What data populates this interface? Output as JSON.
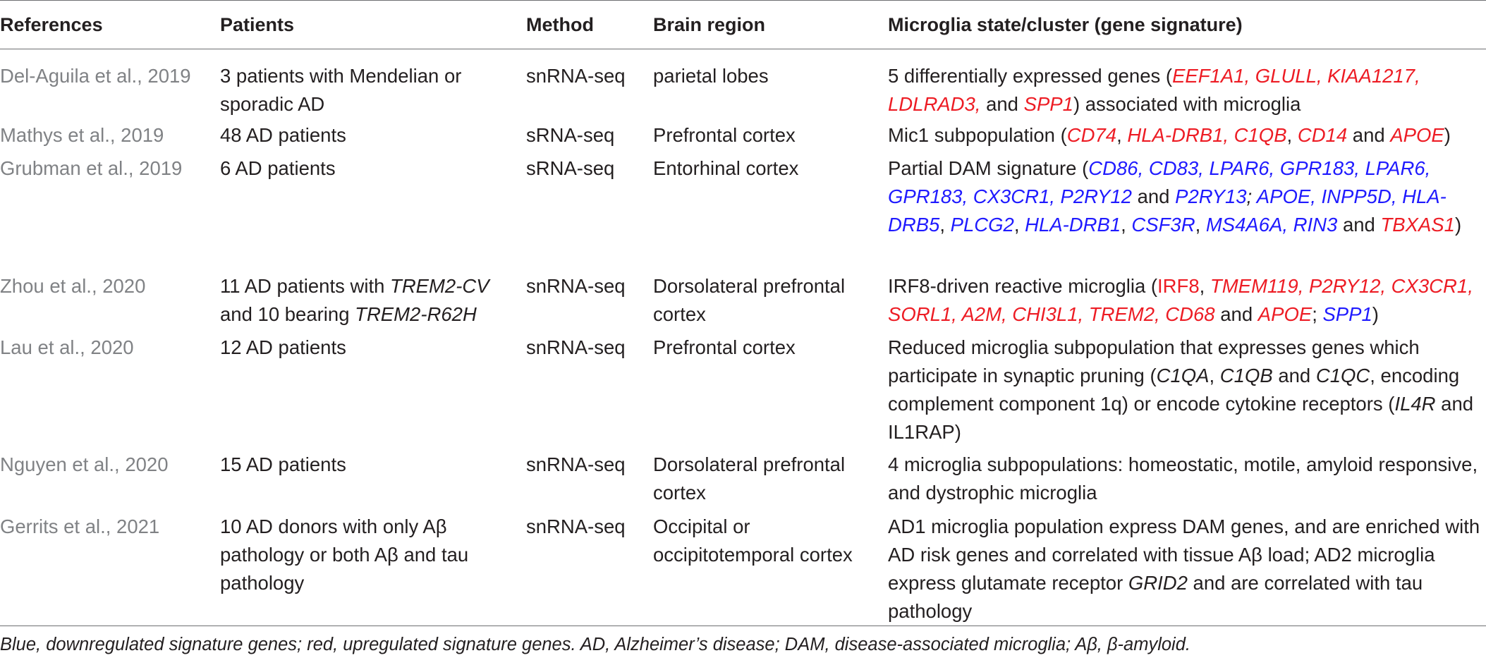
{
  "colors": {
    "up": "#ed1c24",
    "down": "#1f1aff",
    "ref": "#808285",
    "text": "#231f20"
  },
  "headers": [
    "References",
    "Patients",
    "Method",
    "Brain region",
    "Microglia state/cluster (gene signature)"
  ],
  "rows": [
    {
      "reference": "Del-Aguila et al., 2019",
      "patients": [
        {
          "t": "3 patients with Mendelian or sporadic AD"
        }
      ],
      "method": "snRNA-seq",
      "region": "parietal lobes",
      "signature": [
        {
          "t": "5 differentially expressed genes ("
        },
        {
          "t": "EEF1A1, GLULL, KIAA1217, LDLRAD3,",
          "c": "up",
          "i": true
        },
        {
          "t": " and "
        },
        {
          "t": "SPP1",
          "c": "up",
          "i": true
        },
        {
          "t": ") associated with microglia"
        }
      ]
    },
    {
      "reference": "Mathys et al., 2019",
      "patients": [
        {
          "t": "48 AD patients"
        }
      ],
      "method": "sRNA-seq",
      "region": "Prefrontal cortex",
      "signature": [
        {
          "t": "Mic1 subpopulation ("
        },
        {
          "t": "CD74",
          "c": "up",
          "i": true
        },
        {
          "t": ", "
        },
        {
          "t": "HLA-DRB1, C1QB",
          "c": "up",
          "i": true
        },
        {
          "t": ", "
        },
        {
          "t": "CD14",
          "c": "up",
          "i": true
        },
        {
          "t": " and "
        },
        {
          "t": "APOE",
          "c": "up",
          "i": true
        },
        {
          "t": ")"
        }
      ]
    },
    {
      "reference": "Grubman et al., 2019",
      "patients": [
        {
          "t": "6 AD patients"
        }
      ],
      "method": "sRNA-seq",
      "region": "Entorhinal cortex",
      "signature": [
        {
          "t": "Partial DAM signature ("
        },
        {
          "t": "CD86, CD83, LPAR6, GPR183, LPAR6, GPR183, CX3CR1, P2RY12",
          "c": "down",
          "i": true
        },
        {
          "t": " and "
        },
        {
          "t": "P2RY13",
          "c": "down",
          "i": true
        },
        {
          "t": "; ",
          "i": true
        },
        {
          "t": "APOE, INPP5D, HLA-DRB5",
          "c": "down",
          "i": true
        },
        {
          "t": ", "
        },
        {
          "t": "PLCG2",
          "c": "down",
          "i": true
        },
        {
          "t": ", "
        },
        {
          "t": "HLA-DRB1",
          "c": "down",
          "i": true
        },
        {
          "t": ", "
        },
        {
          "t": "CSF3R",
          "c": "down",
          "i": true
        },
        {
          "t": ", "
        },
        {
          "t": "MS4A6A, RIN3",
          "c": "down",
          "i": true
        },
        {
          "t": " and "
        },
        {
          "t": "TBXAS1",
          "c": "up",
          "i": true
        },
        {
          "t": ")"
        }
      ]
    },
    {
      "reference": "Zhou et al., 2020",
      "patients": [
        {
          "t": "11 AD patients with "
        },
        {
          "t": "TREM2-CV",
          "i": true
        },
        {
          "t": " and 10 bearing "
        },
        {
          "t": "TREM2-R62H",
          "i": true
        }
      ],
      "method": "snRNA-seq",
      "region": "Dorsolateral prefrontal cortex",
      "signature": [
        {
          "t": "IRF8-driven reactive microglia ("
        },
        {
          "t": "IRF8",
          "c": "up"
        },
        {
          "t": ", "
        },
        {
          "t": "TMEM119, P2RY12, CX3CR1, SORL1, A2M, CHI3L1, TREM2, CD68",
          "c": "up",
          "i": true
        },
        {
          "t": " and "
        },
        {
          "t": "APOE",
          "c": "up",
          "i": true
        },
        {
          "t": "; "
        },
        {
          "t": "SPP1",
          "c": "down",
          "i": true
        },
        {
          "t": ")"
        }
      ]
    },
    {
      "reference": "Lau et al., 2020",
      "patients": [
        {
          "t": "12 AD patients"
        }
      ],
      "method": "snRNA-seq",
      "region": "Prefrontal cortex",
      "signature": [
        {
          "t": "Reduced microglia subpopulation that expresses genes which participate in synaptic pruning ("
        },
        {
          "t": "C1QA",
          "i": true
        },
        {
          "t": ", "
        },
        {
          "t": "C1QB",
          "i": true
        },
        {
          "t": " and "
        },
        {
          "t": "C1QC",
          "i": true
        },
        {
          "t": ", encoding complement component 1q) or encode cytokine receptors ("
        },
        {
          "t": "IL4R",
          "i": true
        },
        {
          "t": " and IL1RAP)"
        }
      ]
    },
    {
      "reference": "Nguyen et al., 2020",
      "patients": [
        {
          "t": "15 AD patients"
        }
      ],
      "method": "snRNA-seq",
      "region": "Dorsolateral prefrontal cortex",
      "signature": [
        {
          "t": "4 microglia subpopulations: homeostatic, motile, amyloid responsive, and dystrophic microglia"
        }
      ]
    },
    {
      "reference": "Gerrits et al., 2021",
      "patients": [
        {
          "t": "10 AD donors with only Aβ pathology or both Aβ and tau pathology"
        }
      ],
      "method": "snRNA-seq",
      "region": "Occipital or occipitotemporal cortex",
      "signature": [
        {
          "t": "AD1 microglia population express DAM genes, and are enriched with AD risk genes and correlated with tissue Aβ load; AD2 microglia express glutamate receptor "
        },
        {
          "t": "GRID2",
          "i": true
        },
        {
          "t": " and are correlated with tau pathology"
        }
      ]
    }
  ],
  "footnote": "Blue, downregulated signature genes; red, upregulated signature genes. AD, Alzheimer’s disease; DAM, disease-associated microglia; Aβ, β-amyloid."
}
